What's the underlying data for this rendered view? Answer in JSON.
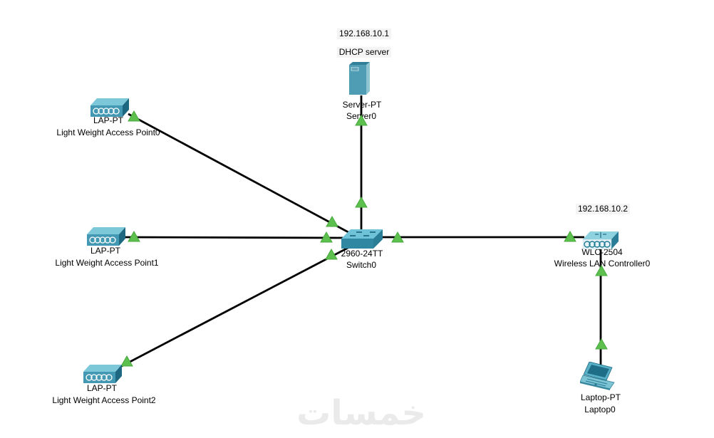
{
  "watermark": {
    "text": "خمسات"
  },
  "annotations": {
    "server_ip": "192.168.10.1",
    "server_role": "DHCP server",
    "wlc_ip": "192.168.10.2"
  },
  "devices": {
    "server0": {
      "model": "Server-PT",
      "name": "Server0"
    },
    "ap0": {
      "model": "LAP-PT",
      "name": "Light Weight Access Point0"
    },
    "ap1": {
      "model": "LAP-PT",
      "name": "Light Weight Access Point1"
    },
    "ap2": {
      "model": "LAP-PT",
      "name": "Light Weight Access Point2"
    },
    "switch0": {
      "model": "2960-24TT",
      "name": "Switch0"
    },
    "wlc0": {
      "model": "WLC-2504",
      "name": "Wireless LAN Controller0"
    },
    "laptop0": {
      "model": "Laptop-PT",
      "name": "Laptop0"
    }
  },
  "links": [
    {
      "from": "Server0",
      "to": "Switch0"
    },
    {
      "from": "Light Weight Access Point0",
      "to": "Switch0"
    },
    {
      "from": "Light Weight Access Point1",
      "to": "Switch0"
    },
    {
      "from": "Light Weight Access Point2",
      "to": "Switch0"
    },
    {
      "from": "Switch0",
      "to": "Wireless LAN Controller0"
    },
    {
      "from": "Wireless LAN Controller0",
      "to": "Laptop0"
    }
  ],
  "colors": {
    "link": "#000000",
    "status_arrow": "#5dc04e",
    "device_teal": "#4399B4"
  }
}
